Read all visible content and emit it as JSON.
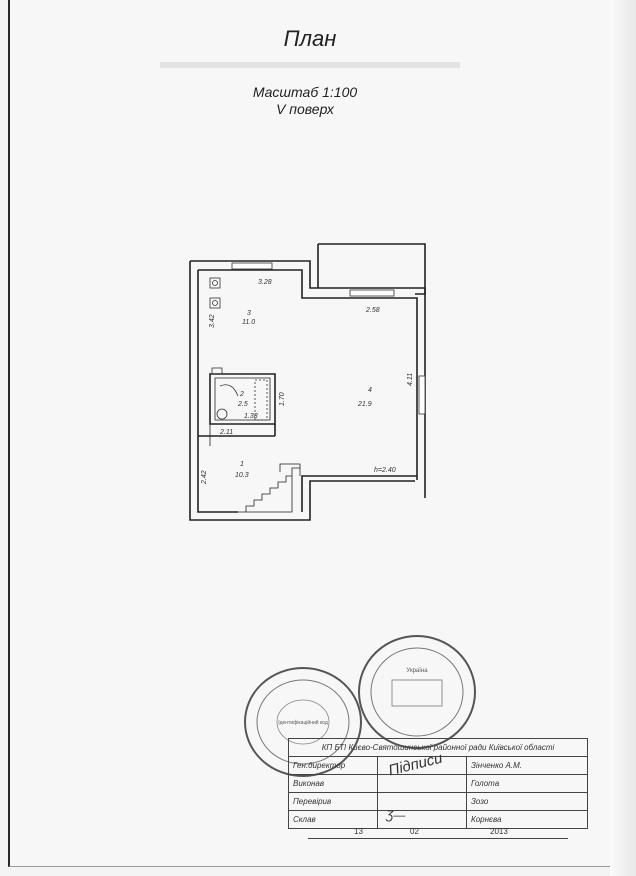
{
  "header": {
    "title": "План",
    "scale": "Масштаб 1:100",
    "floor": "V поверх"
  },
  "plan": {
    "rooms": [
      {
        "number": "3",
        "area": "11.0"
      },
      {
        "number": "4",
        "area": "21.9"
      },
      {
        "number": "2",
        "area": "2.5"
      },
      {
        "number": "1",
        "area": "10.3"
      }
    ],
    "dimensions": [
      "3.28",
      "2.58",
      "3.42",
      "4.11",
      "1.70",
      "1.38",
      "2.11",
      "2.42"
    ],
    "level_mark": "h=2.40"
  },
  "signature_block": {
    "header": "КП БТІ Києво-Святошинської районної ради Київської області",
    "rows": [
      {
        "role": "Ген.директор",
        "name": "Зінченко А.М."
      },
      {
        "role": "Виконав",
        "name": "Голота"
      },
      {
        "role": "Перевірив",
        "name": "Зозо"
      },
      {
        "role": "Склав",
        "name": "Корнєва"
      }
    ],
    "handwritten_label": "Підписи",
    "signature_mark": "Ʒ—",
    "date": {
      "day": "13",
      "month": "02",
      "year": "2013"
    }
  },
  "stamps": [
    {
      "kind": "round-seal",
      "text": "Ідентифікаційний код"
    },
    {
      "kind": "round-seal",
      "text": "Україна"
    }
  ]
}
